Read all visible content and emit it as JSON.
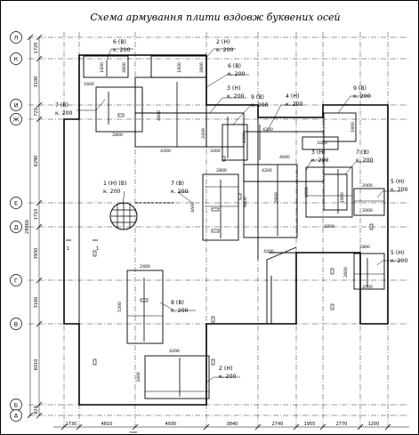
{
  "title": "Схема армування плити вздовж буквених осей",
  "axes_letters": [
    "Л",
    "К",
    "И",
    "Ж",
    "Е",
    "Д",
    "Г",
    "В",
    "Б",
    "А"
  ],
  "left_dims": [
    "1720",
    "3100",
    "720",
    "6290",
    "1710",
    "3930",
    "3160",
    "6010",
    "920"
  ],
  "left_total": "28960",
  "bottom_dims": [
    "1730",
    "4810",
    "4930",
    "3840",
    "2740",
    "1955",
    "2770",
    "1200"
  ],
  "bottom_caption": "план",
  "section_marks": [
    "1",
    "1"
  ],
  "notes": [
    {
      "l1": "6 (В)",
      "l2": "к. 200"
    },
    {
      "l1": "2 (Н)",
      "l2": "к. 200"
    },
    {
      "l1": "6 (В)",
      "l2": "к. 200"
    },
    {
      "l1": "3 (Н)",
      "l2": "к. 200"
    },
    {
      "l1": "7 (В)",
      "l2": "к. 200"
    },
    {
      "l1": "9 (В)",
      "l2": "к. 200"
    },
    {
      "l1": "4 (Н)",
      "l2": "к. 200"
    },
    {
      "l1": "9 (В)",
      "l2": "к. 200"
    },
    {
      "l1": "3 (Н)",
      "l2": "к. 200"
    },
    {
      "l1": "7 (В)",
      "l2": "к. 200"
    },
    {
      "l1": "1 (Н) (В)",
      "l2": "к. 200"
    },
    {
      "l1": "7 (В)",
      "l2": "к. 200"
    },
    {
      "l1": "5 (Н)",
      "l2": "к. 200"
    },
    {
      "l1": "5 (Н)",
      "l2": "к. 200"
    },
    {
      "l1": "8 (В)",
      "l2": "к. 200"
    },
    {
      "l1": "2 (Н)",
      "l2": "к. 200"
    }
  ],
  "zone_dims": [
    "1600",
    "2800",
    "1600",
    "2800",
    "1600",
    "4800",
    "2800",
    "3200",
    "2400",
    "4200",
    "2600",
    "4000",
    "1800",
    "3200",
    "4200",
    "2800",
    "4600",
    "4200",
    "6800",
    "2800",
    "4200",
    "4800",
    "1800",
    "2800",
    "2800",
    "2800",
    "2000",
    "2000",
    "2000",
    "2400",
    "5200",
    "4200",
    "3400"
  ]
}
